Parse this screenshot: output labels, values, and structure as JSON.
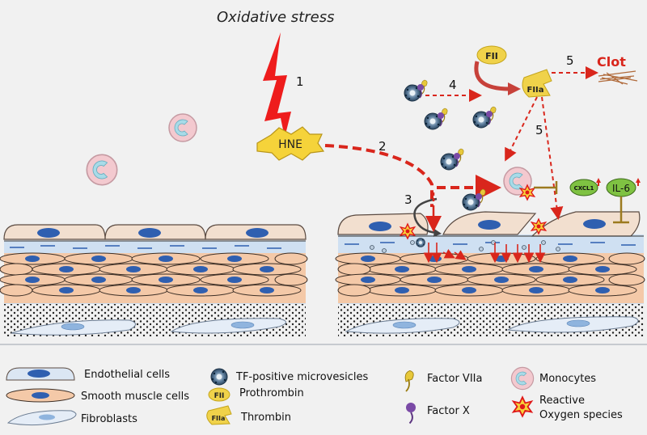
{
  "diagram": {
    "title": "Oxidative stress",
    "hne_label": "HNE",
    "clot_label": "Clot",
    "fii_label": "FII",
    "fiia_label": "FIIa",
    "cxcl1_label": "CXCL1",
    "il6_label": "IL-6",
    "step_labels": [
      "1",
      "2",
      "3",
      "4",
      "5",
      "5"
    ]
  },
  "legend": {
    "endothelial": "Endothelial cells",
    "smooth_muscle": "Smooth muscle cells",
    "fibroblasts": "Fibroblasts",
    "microvesicles": "TF-positive microvesicles",
    "prothrombin": "Prothrombin",
    "thrombin": "Thrombin",
    "factor_viia": "Factor VIIa",
    "factor_x": "Factor X",
    "monocytes": "Monocytes",
    "ros_line1": "Reactive",
    "ros_line2": "Oxygen species",
    "fii_icon": "FII",
    "fiia_icon": "FIIa"
  },
  "colors": {
    "arrow_red": "#d9261c",
    "lightning": "#ee1c1c",
    "hne_fill": "#f5d33a",
    "endothelial": "#f2dfcf",
    "smooth_muscle": "#f4c9a8",
    "nucleus": "#2f5fb0",
    "monocyte": "#f3c9cf",
    "clot": "#b06a3a"
  }
}
